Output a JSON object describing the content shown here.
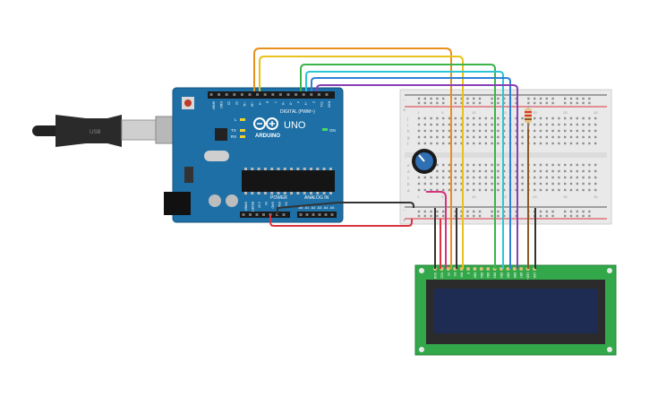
{
  "board": {
    "logo_text": "ARDUINO",
    "model": "UNO",
    "digital_label": "DIGITAL (PWM~)",
    "power_label": "POWER",
    "analog_label": "ANALOG IN",
    "led_l": "L",
    "led_tx": "TX",
    "led_rx": "RX",
    "led_on": "ON",
    "digital_pins": [
      "AREF",
      "GND",
      "13",
      "12",
      "~11",
      "~10",
      "~9",
      "8",
      "7",
      "~6",
      "~5",
      "4",
      "~3",
      "2",
      "TX1",
      "RX0"
    ],
    "power_pins": [
      "IOREF",
      "RESET",
      "3.3V",
      "5V",
      "GND",
      "GND",
      "Vin"
    ],
    "analog_pins": [
      "A0",
      "A1",
      "A2",
      "A3",
      "A4",
      "A5"
    ]
  },
  "breadboard": {
    "row_letters_top": [
      "j",
      "i",
      "h",
      "g",
      "f"
    ],
    "row_letters_bottom": [
      "e",
      "d",
      "c",
      "b",
      "a"
    ],
    "rail_plus": "+",
    "rail_minus": "-",
    "column_numbers": [
      "1",
      "",
      "",
      "",
      "5",
      "",
      "",
      "",
      "",
      "10",
      "",
      "",
      "",
      "",
      "15",
      "",
      "",
      "",
      "",
      "20",
      "",
      "",
      "",
      "",
      "25",
      "",
      "",
      "",
      "",
      "30"
    ]
  },
  "lcd": {
    "pin_labels": [
      "GND",
      "VCC",
      "V0",
      "RS",
      "RW",
      "E",
      "DB0",
      "DB1",
      "DB2",
      "DB3",
      "DB4",
      "DB5",
      "DB6",
      "DB7",
      "LED+",
      "LED-"
    ]
  },
  "usb": {
    "cable_name": "USB"
  },
  "colors": {
    "board_blue": "#1d6fa6",
    "orange_wire": "#e8901c",
    "yellow_wire": "#e8c21c",
    "green_wire": "#3cb44b",
    "cyan_wire": "#2ec4d6",
    "blue_wire": "#2f7fd6",
    "purple_wire": "#8a3fb5",
    "red_wire": "#d9333f",
    "black_wire": "#333333",
    "pink_wire": "#d6337f",
    "brown_wire": "#8b5a2b",
    "lcd_green": "#33a84a",
    "lcd_screen": "#1e2b52"
  }
}
